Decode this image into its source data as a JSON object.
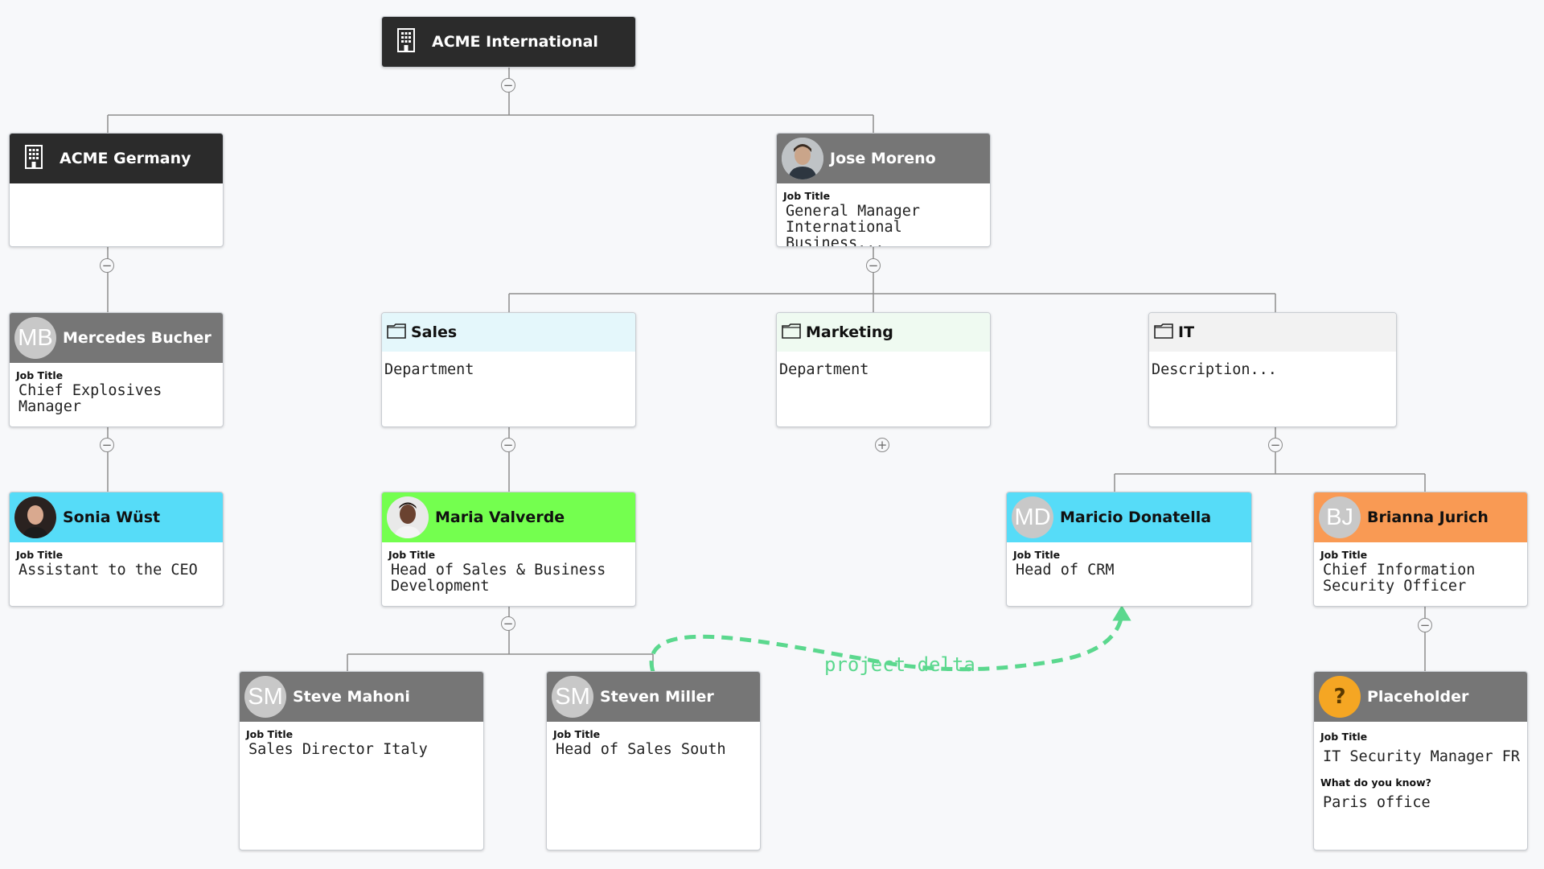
{
  "colors": {
    "dark": "#2b2b2b",
    "gray": "#767676",
    "cyan": "#56dcf8",
    "green": "#74ff4f",
    "orange": "#f99a54",
    "sales_header": "#e4f7fb",
    "marketing_header": "#effaf1",
    "it_header": "#f2f2f2",
    "relationship": "#5bd88e"
  },
  "root": {
    "name": "ACME International",
    "icon": "building-icon"
  },
  "germany": {
    "name": "ACME Germany",
    "icon": "building-icon"
  },
  "jose": {
    "name": "Jose Moreno",
    "field_label": "Job Title",
    "job": "General Manager International Business...",
    "avatar": "photo"
  },
  "mercedes": {
    "name": "Mercedes Bucher",
    "initials": "MB",
    "field_label": "Job Title",
    "job": "Chief Explosives Manager"
  },
  "sonia": {
    "name": "Sonia Wüst",
    "field_label": "Job Title",
    "job": "Assistant to the CEO",
    "avatar": "photo"
  },
  "sales": {
    "name": "Sales",
    "icon": "folder-icon",
    "description": "Department"
  },
  "marketing": {
    "name": "Marketing",
    "icon": "folder-icon",
    "description": "Department"
  },
  "it": {
    "name": "IT",
    "icon": "folder-icon",
    "description": "Description..."
  },
  "maria": {
    "name": "Maria Valverde",
    "field_label": "Job Title",
    "job": "Head of Sales & Business Development",
    "avatar": "photo"
  },
  "maricio": {
    "name": "Maricio Donatella",
    "initials": "MD",
    "field_label": "Job Title",
    "job": "Head of CRM"
  },
  "brianna": {
    "name": "Brianna Jurich",
    "initials": "BJ",
    "field_label": "Job Title",
    "job": "Chief Information Security Officer"
  },
  "steve": {
    "name": "Steve Mahoni",
    "initials": "SM",
    "field_label": "Job Title",
    "job": "Sales Director Italy"
  },
  "steven": {
    "name": "Steven Miller",
    "initials": "SM",
    "field_label": "Job Title",
    "job": "Head of Sales South"
  },
  "placeholder": {
    "name": "Placeholder",
    "symbol": "?",
    "field_label": "Job Title",
    "job": "IT Security Manager FR",
    "field2_label": "What do you know?",
    "field2_value": "Paris office"
  },
  "relationship": {
    "label": "project delta"
  },
  "toggles": {
    "collapse": "−",
    "expand": "+"
  }
}
